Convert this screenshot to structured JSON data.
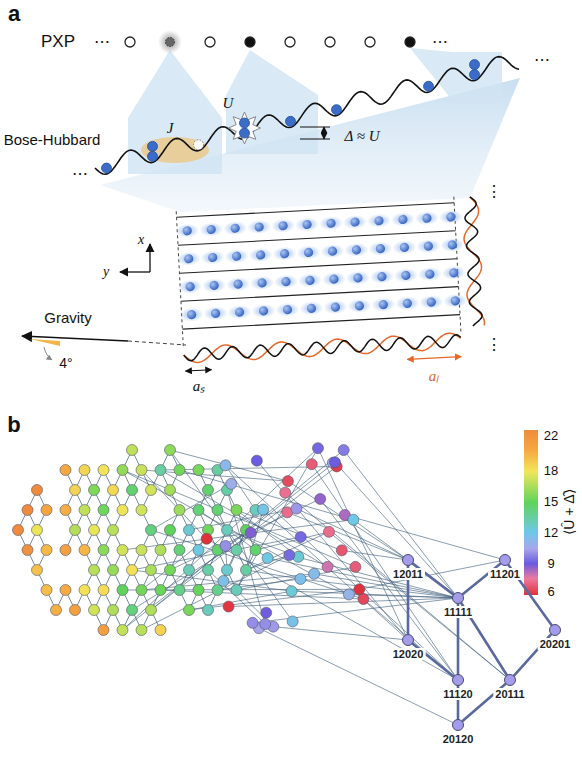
{
  "diagram": {
    "nodes": [
      {
        "text": [
          "12011"
        ]
      },
      {
        "text": [
          "11201"
        ]
      },
      {
        "text": [
          "11111"
        ]
      },
      {
        "text": [
          "12020"
        ]
      },
      {
        "text": [
          "20201"
        ]
      },
      {
        "text": [
          "11120"
        ]
      },
      {
        "text": [
          "20111"
        ]
      },
      {
        "text": [
          "20120"
        ]
      }
    ],
    "edges": [
      {
        "from": 0,
        "to": 2,
        "arrow": "none"
      },
      {
        "from": 1,
        "to": 2,
        "arrow": "none"
      },
      {
        "from": 2,
        "to": 5,
        "arrow": "none"
      },
      {
        "from": 2,
        "to": 6,
        "arrow": "none"
      },
      {
        "from": 0,
        "to": 3,
        "arrow": "none"
      },
      {
        "from": 3,
        "to": 5,
        "arrow": "none"
      },
      {
        "from": 1,
        "to": 4,
        "arrow": "none"
      },
      {
        "from": 4,
        "to": 6,
        "arrow": "none"
      },
      {
        "from": 5,
        "to": 7,
        "arrow": "none"
      },
      {
        "from": 6,
        "to": 7,
        "arrow": "none"
      }
    ],
    "labels": [
      "a",
      "PXP",
      "⋯",
      "⋯",
      "Bose-Hubbard",
      "J",
      "U",
      "Δ ≈ U",
      "⋯",
      "⋯",
      "x",
      "y",
      "⋮",
      "⋮",
      "Gravity",
      "4°",
      "aₛ",
      "aₗ",
      "b",
      "22",
      "18",
      "15",
      "12",
      "9",
      "6",
      "⟨Û + Δ̂⟩"
    ]
  }
}
